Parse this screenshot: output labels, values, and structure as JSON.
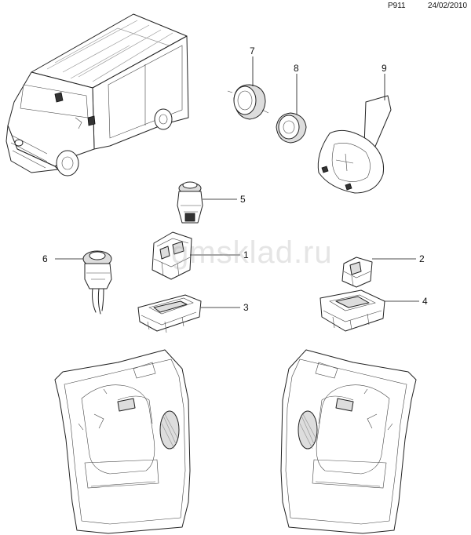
{
  "header": {
    "page_code": "P911",
    "date": "24/02/2010"
  },
  "watermark": "gmsklad.ru",
  "callouts": [
    {
      "id": "1",
      "label": "1"
    },
    {
      "id": "2",
      "label": "2"
    },
    {
      "id": "3",
      "label": "3"
    },
    {
      "id": "4",
      "label": "4"
    },
    {
      "id": "5",
      "label": "5"
    },
    {
      "id": "6",
      "label": "6"
    },
    {
      "id": "7",
      "label": "7"
    },
    {
      "id": "8",
      "label": "8"
    },
    {
      "id": "9",
      "label": "9"
    }
  ]
}
